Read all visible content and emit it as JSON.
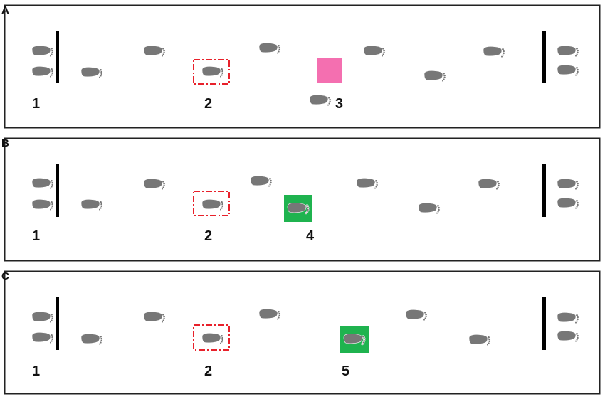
{
  "colors": {
    "footprint": "#777777",
    "footprint_edge": "#ffffff",
    "border": "#222222",
    "barrier": "#000000",
    "dash_box": "#e8212b",
    "pink_square": "#f46fb0",
    "green_square": "#1fb34f"
  },
  "icons": {
    "footprint": "footprint-icon",
    "barrier": "barrier-line",
    "target_box": "dashed-target-box",
    "obstacle": "obstacle-square"
  },
  "panels": [
    {
      "id": "A",
      "label": "A",
      "numbers": [
        "1",
        "2",
        "3"
      ],
      "obstacle": {
        "label": "3",
        "color": "pink",
        "contains_footprint": false
      }
    },
    {
      "id": "B",
      "label": "B",
      "numbers": [
        "1",
        "2",
        "4"
      ],
      "obstacle": {
        "label": "4",
        "color": "green",
        "contains_footprint": true
      }
    },
    {
      "id": "C",
      "label": "C",
      "numbers": [
        "1",
        "2",
        "5"
      ],
      "obstacle": {
        "label": "5",
        "color": "green",
        "contains_footprint": true
      }
    }
  ]
}
